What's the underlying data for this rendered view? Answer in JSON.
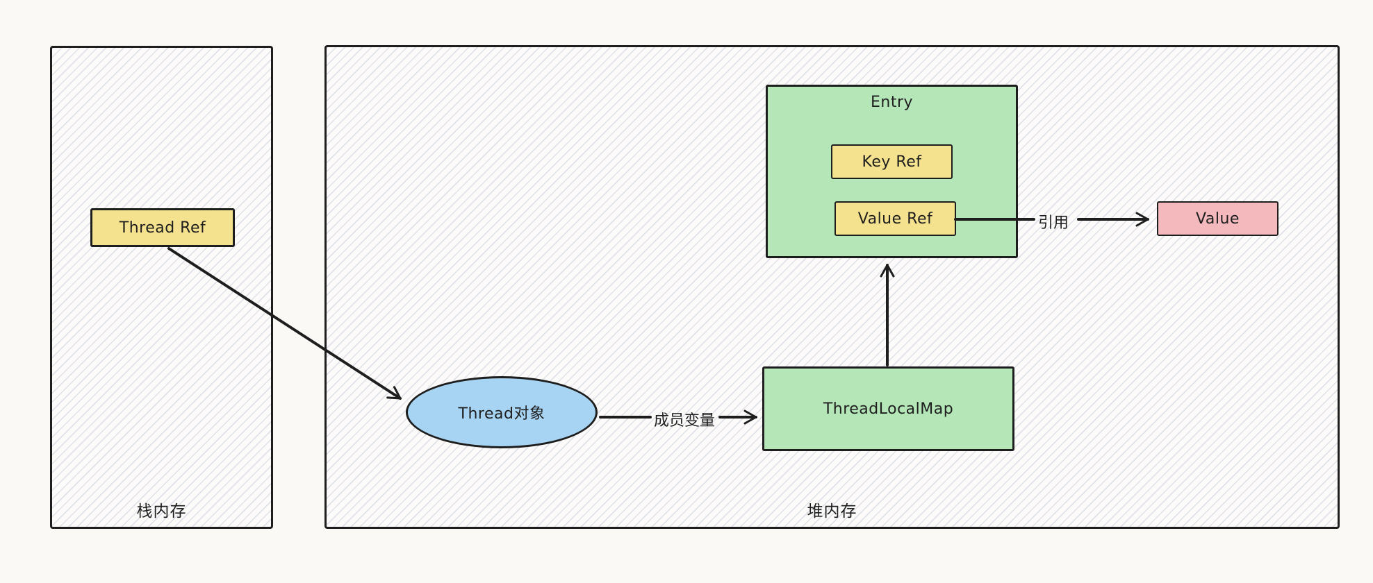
{
  "diagram": {
    "title_hint": "ThreadLocal memory reference diagram",
    "regions": {
      "stack": {
        "label": "栈内存"
      },
      "heap": {
        "label": "堆内存"
      }
    },
    "nodes": {
      "thread_ref": {
        "label": "Thread Ref",
        "fill": "#f5e28e",
        "shape": "rectangle"
      },
      "thread_object": {
        "label": "Thread对象",
        "fill": "#a7d4f2",
        "shape": "ellipse"
      },
      "thread_local_map": {
        "label": "ThreadLocalMap",
        "fill": "#b5e6b8",
        "shape": "rectangle"
      },
      "entry": {
        "label": "Entry",
        "fill": "#b5e6b8",
        "shape": "rectangle"
      },
      "key_ref": {
        "label": "Key Ref",
        "fill": "#f5e28e",
        "shape": "rectangle"
      },
      "value_ref": {
        "label": "Value Ref",
        "fill": "#f5e28e",
        "shape": "rectangle"
      },
      "value": {
        "label": "Value",
        "fill": "#f3b9bd",
        "shape": "rectangle"
      }
    },
    "edges": {
      "thread_ref_to_thread_object": {
        "label": ""
      },
      "thread_object_to_map": {
        "label": "成员变量"
      },
      "map_to_entry": {
        "label": ""
      },
      "value_ref_to_value": {
        "label": "引用"
      }
    },
    "colors": {
      "stroke": "#1e1e1e",
      "paper": "#faf9f6",
      "hatch": "#b0bace",
      "yellow": "#f5e28e",
      "green": "#b5e6b8",
      "blue": "#a7d4f2",
      "pink": "#f3b9bd"
    }
  }
}
